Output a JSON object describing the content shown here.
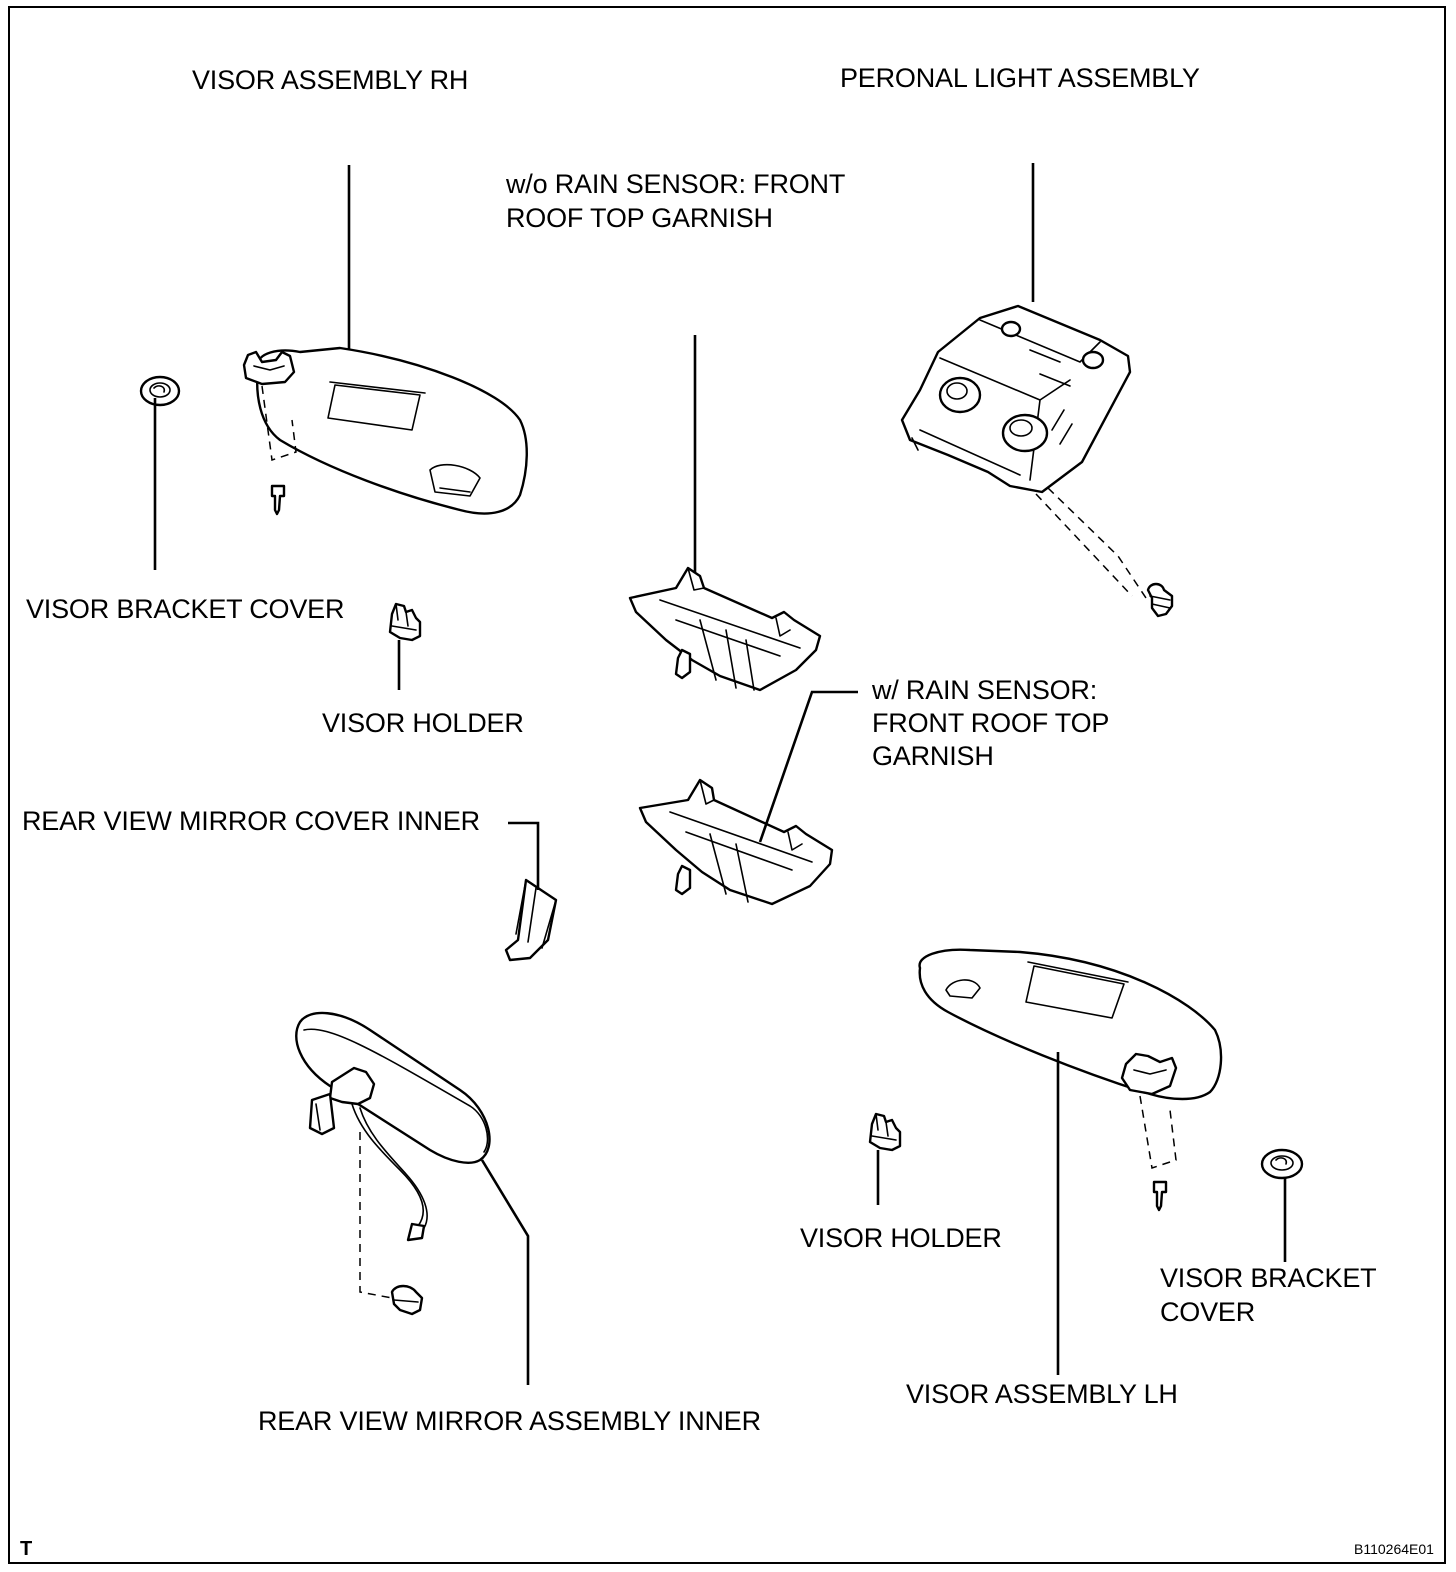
{
  "labels": {
    "visor_assembly_rh": "VISOR ASSEMBLY RH",
    "personal_light_assembly": "PERONAL LIGHT ASSEMBLY",
    "wo_rain_sensor_line1": "w/o RAIN SENSOR: FRONT",
    "wo_rain_sensor_line2": "ROOF TOP GARNISH",
    "visor_bracket_cover_rh": "VISOR BRACKET COVER",
    "visor_holder_rh": "VISOR HOLDER",
    "w_rain_sensor_line1": "w/ RAIN SENSOR:",
    "w_rain_sensor_line2": "FRONT ROOF TOP",
    "w_rain_sensor_line3": "GARNISH",
    "rear_view_mirror_cover_inner": "REAR VIEW MIRROR COVER INNER",
    "visor_holder_lh": "VISOR HOLDER",
    "visor_bracket_cover_lh_line1": "VISOR BRACKET",
    "visor_bracket_cover_lh_line2": "COVER",
    "visor_assembly_lh": "VISOR ASSEMBLY LH",
    "rear_view_mirror_assembly_inner": "REAR VIEW MIRROR ASSEMBLY INNER"
  },
  "corner": {
    "left_mark": "T",
    "figure_code": "B110264E01"
  }
}
